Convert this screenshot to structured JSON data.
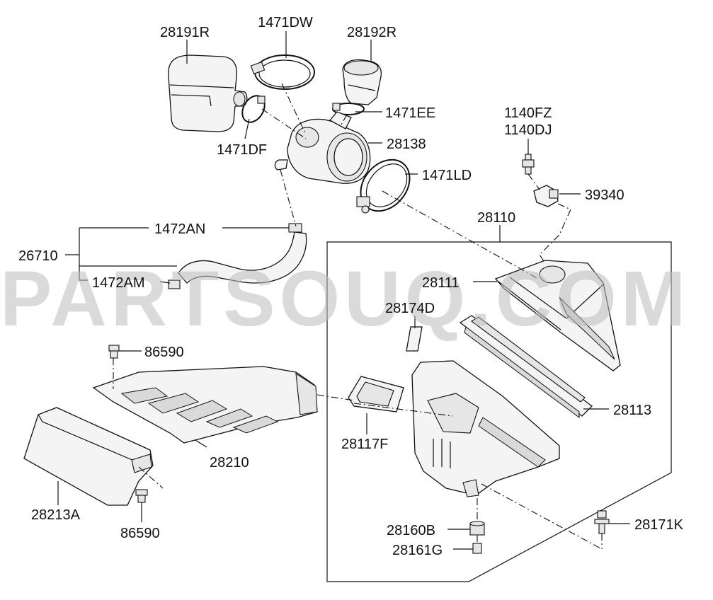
{
  "watermark": "PARTSOUQ.COM",
  "labels": {
    "p28191R": "28191R",
    "p1471DW": "1471DW",
    "p28192R": "28192R",
    "p1471EE": "1471EE",
    "p1471DF": "1471DF",
    "p28138": "28138",
    "p1140FZ": "1140FZ",
    "p1140DJ": "1140DJ",
    "p1471LD": "1471LD",
    "p39340": "39340",
    "p28110": "28110",
    "p1472AN": "1472AN",
    "p26710": "26710",
    "p1472AM": "1472AM",
    "p28111": "28111",
    "p28174D": "28174D",
    "p86590a": "86590",
    "p28210": "28210",
    "p28117F": "28117F",
    "p28113": "28113",
    "p28213A": "28213A",
    "p86590b": "86590",
    "p28160B": "28160B",
    "p28161G": "28161G",
    "p28171K": "28171K"
  }
}
